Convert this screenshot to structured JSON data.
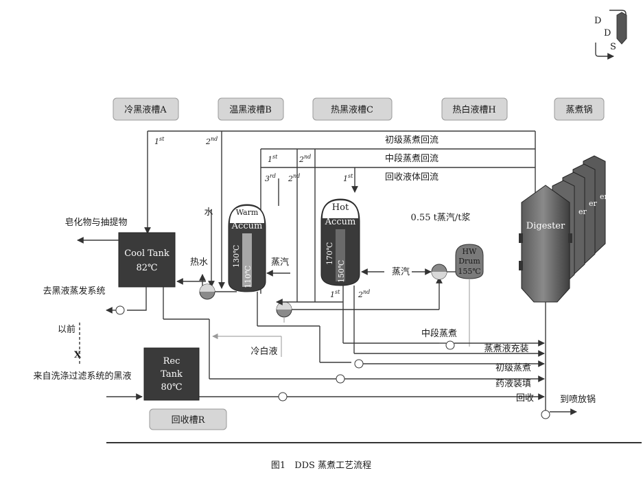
{
  "logo": {
    "d1": "D",
    "d2": "D",
    "s": "S"
  },
  "headers": {
    "cold_tank": "冷黑液槽A",
    "warm_tank": "温黑液槽B",
    "hot_tank": "热黑液槽C",
    "hot_white": "热白液槽H",
    "digester": "蒸煮锅"
  },
  "flows": {
    "initial_reflux": "初级蒸煮回流",
    "mid_reflux": "中段蒸煮回流",
    "recovery_reflux": "回收液体回流",
    "steam_ratio": "0.55 t蒸汽/t浆",
    "soap": "皂化物与抽提物",
    "to_evap": "去黑液蒸发系统",
    "before": "以前",
    "from_wash": "来自洗涤过滤系统的黑液",
    "water": "水",
    "hot_water": "热水",
    "steam1": "蒸汽",
    "steam2": "蒸汽",
    "cold_white": "冷白液",
    "mid_cook": "中段蒸煮",
    "fill": "蒸煮液充装",
    "initial_cook": "初级蒸煮",
    "chem_fill": "药液装填",
    "recovery": "回收",
    "to_blow": "到喷放锅"
  },
  "stage_labels": {
    "s1st": "1",
    "s2nd": "2",
    "s3rd": "3",
    "st": "st",
    "nd": "nd",
    "rd": "rd"
  },
  "vessels": {
    "cool_tank": {
      "name": "Cool Tank",
      "temp": "82℃"
    },
    "warm_accum": {
      "line1": "Warm",
      "line2": "Accum",
      "t_high": "130℃",
      "t_low": "110℃"
    },
    "hot_accum": {
      "line1": "Hot",
      "line2": "Accum",
      "t_high": "170℃",
      "t_low": "150℃"
    },
    "hw_drum": {
      "line1": "HW",
      "line2": "Drum",
      "temp": "155℃"
    },
    "digester": {
      "name": "Digester",
      "tag": "er"
    },
    "rec_tank": {
      "line1": "Rec",
      "line2": "Tank",
      "temp": "80℃"
    },
    "rec_label": "回收槽R"
  },
  "caption": "图1　DDS 蒸煮工艺流程"
}
